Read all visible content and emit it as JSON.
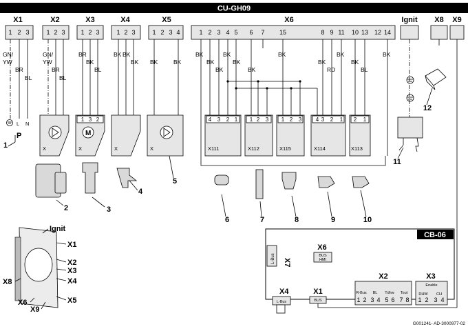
{
  "title": "CU-GH09",
  "connectors": [
    "X1",
    "X2",
    "X3",
    "X4",
    "X5",
    "X6",
    "Ignit",
    "X8",
    "X9"
  ],
  "pins": {
    "x1": [
      "1",
      "2",
      "3"
    ],
    "x2": [
      "1",
      "2",
      "3"
    ],
    "x3": [
      "1",
      "2",
      "3"
    ],
    "x4": [
      "1",
      "2",
      "3"
    ],
    "x5": [
      "1",
      "2",
      "3",
      "4"
    ],
    "x6": [
      "1",
      "2",
      "3",
      "4",
      "5",
      "6",
      "7",
      "15",
      "8",
      "9",
      "11",
      "10",
      "13",
      "12",
      "14"
    ]
  },
  "wires": {
    "gnyw_a": "GN/",
    "gnyw_b": "YW",
    "br": "BR",
    "bl": "BL",
    "bk": "BK",
    "rd": "RD",
    "l": "L",
    "n": "N",
    "p": "P"
  },
  "sub_connectors": {
    "x111": "X111",
    "x112": "X112",
    "x115": "X115",
    "x114": "X114",
    "x113": "X113",
    "x111_pins": [
      "4",
      "3",
      "2",
      "1"
    ],
    "x112_pins": [
      "1",
      "2",
      "3"
    ],
    "x115_pins": [
      "1",
      "2",
      "3"
    ],
    "x114_pins": [
      "4",
      "3",
      "2",
      "1"
    ],
    "x113_pins": [
      "2",
      "1"
    ],
    "x3_pins": [
      "1",
      "3",
      "2"
    ],
    "box_x": "X"
  },
  "callouts": [
    "1",
    "2",
    "3",
    "4",
    "5",
    "6",
    "7",
    "8",
    "9",
    "10",
    "11",
    "12"
  ],
  "pcb_labels": [
    "Ignit",
    "X1",
    "X2",
    "X3",
    "X4",
    "X5",
    "X6",
    "X8",
    "X9"
  ],
  "cb06": {
    "title": "CB-06",
    "x7": "X7",
    "lbus": "L-Bus",
    "x6": "X6",
    "x6_badge": "BUS",
    "x6_sub": "HMI",
    "x4": "X4",
    "x4_lbus": "L-Bus",
    "x1": "X1",
    "x1_badge": "BUS",
    "x2": "X2",
    "x3": "X3",
    "enable": "Enable",
    "x2_groups": [
      "R-Bus",
      "BL",
      "Tdhw",
      "Tout"
    ],
    "x2_pins": [
      "1",
      "2",
      "3",
      "4",
      "5",
      "6",
      "7",
      "8"
    ],
    "x3_groups": [
      "DHW",
      "CH"
    ],
    "x3_pins": [
      "1",
      "2",
      "3",
      "4"
    ]
  },
  "footer": "G001241- AD-3000977-02"
}
